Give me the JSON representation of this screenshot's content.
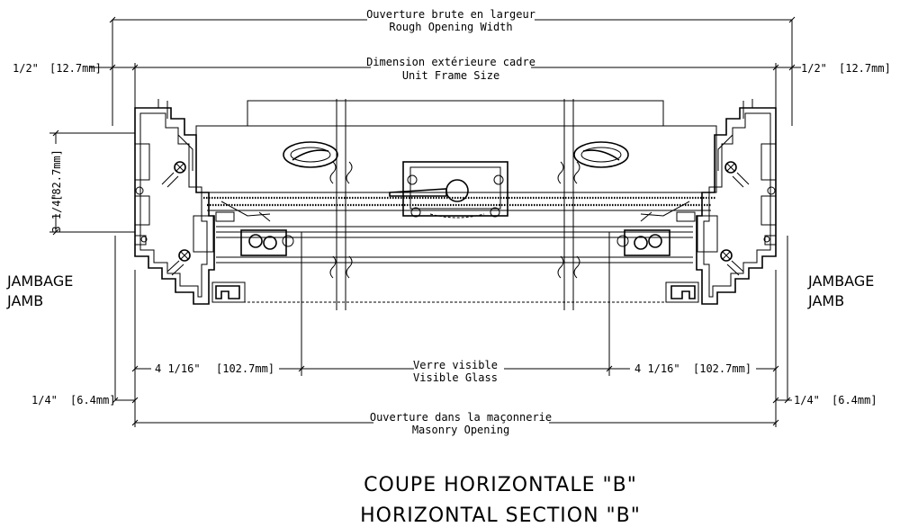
{
  "dimensions": {
    "rough_opening_fr": "Ouverture brute en largeur",
    "rough_opening_en": "Rough Opening Width",
    "frame_size_fr": "Dimension extérieure cadre",
    "frame_size_en": "Unit Frame Size",
    "half_inch_left": "1/2\"",
    "half_inch_left_mm": "[12.7mm]",
    "half_inch_right": "1/2\"",
    "half_inch_right_mm": "[12.7mm]",
    "depth_in": "3 1/4\"",
    "depth_mm": "[82.7mm]",
    "sightline_left": "4 1/16\"",
    "sightline_left_mm": "[102.7mm]",
    "sightline_right": "4 1/16\"",
    "sightline_right_mm": "[102.7mm]",
    "visible_glass_fr": "Verre visible",
    "visible_glass_en": "Visible Glass",
    "quarter_left": "1/4\"",
    "quarter_left_mm": "[6.4mm]",
    "quarter_right": "1/4\"",
    "quarter_right_mm": "[6.4mm]",
    "masonry_fr": "Ouverture dans la maçonnerie",
    "masonry_en": "Masonry Opening"
  },
  "labels": {
    "jamb_left_fr": "JAMBAGE",
    "jamb_left_en": "JAMB",
    "jamb_right_fr": "JAMBAGE",
    "jamb_right_en": "JAMB"
  },
  "title": {
    "line1": "COUPE HORIZONTALE \"B\"",
    "line2": "HORIZONTAL SECTION \"B\""
  }
}
